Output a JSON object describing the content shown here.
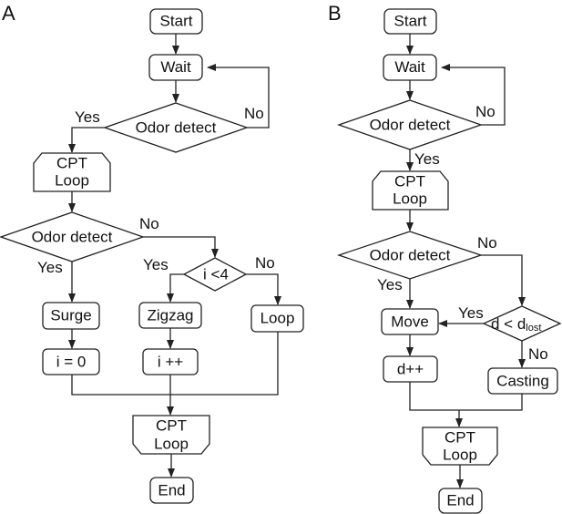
{
  "panels": {
    "a": {
      "letter": "A",
      "start": "Start",
      "wait": "Wait",
      "odor_detect_1": "Odor detect",
      "yes_1": "Yes",
      "no_1": "No",
      "cpt_loop_1": [
        "CPT",
        "Loop"
      ],
      "odor_detect_2": "Odor detect",
      "yes_2": "Yes",
      "no_2": "No",
      "cond_i": "i <4",
      "yes_3": "Yes",
      "no_3": "No",
      "surge": "Surge",
      "zigzag": "Zigzag",
      "loop": "Loop",
      "i_zero": "i = 0",
      "i_inc": "i ++",
      "cpt_loop_2": [
        "CPT",
        "Loop"
      ],
      "end": "End"
    },
    "b": {
      "letter": "B",
      "start": "Start",
      "wait": "Wait",
      "odor_detect_1": "Odor detect",
      "no_1": "No",
      "yes_1": "Yes",
      "cpt_loop_1": [
        "CPT",
        "Loop"
      ],
      "odor_detect_2": "Odor detect",
      "no_2": "No",
      "yes_2": "Yes",
      "move": "Move",
      "yes_3": "Yes",
      "cond_d": "d < d",
      "cond_d_sub": "lost",
      "no_3": "No",
      "d_inc": "d++",
      "casting": "Casting",
      "cpt_loop_2": [
        "CPT",
        "Loop"
      ],
      "end": "End"
    }
  },
  "colors": {
    "stroke": "#222222",
    "fill": "#ffffff",
    "text": "#111111"
  }
}
